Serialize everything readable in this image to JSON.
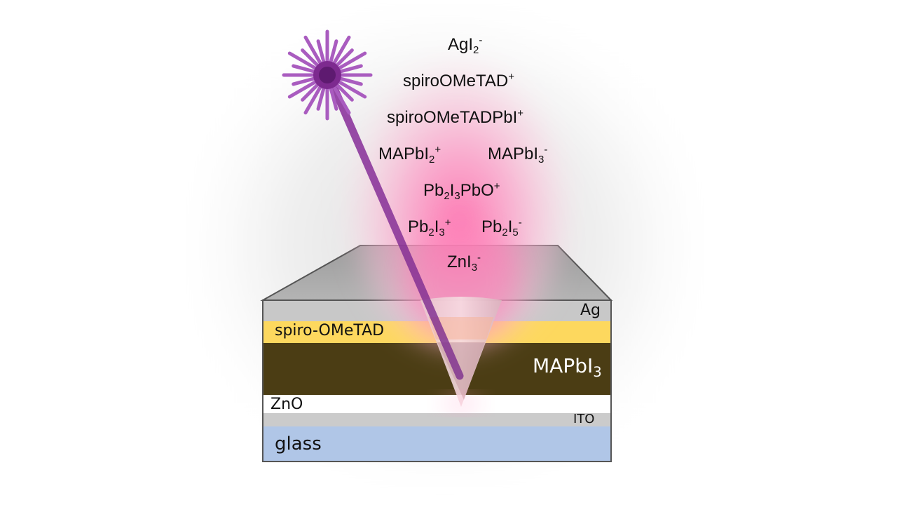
{
  "ions": [
    {
      "base": "AgI",
      "sub": "2",
      "mid": "",
      "sub2": "",
      "sup": "-"
    },
    {
      "base": "spiroOMeTAD",
      "sub": "",
      "mid": "",
      "sub2": "",
      "sup": "+"
    },
    {
      "base": "spiroOMeTADPbI",
      "sub": "",
      "mid": "",
      "sub2": "",
      "sup": "+"
    },
    {
      "base": "MAPbI",
      "sub": "2",
      "mid": "",
      "sub2": "",
      "sup": "+"
    },
    {
      "base": "MAPbI",
      "sub": "3",
      "mid": "",
      "sub2": "",
      "sup": "-"
    },
    {
      "base": "Pb",
      "sub": "2",
      "mid": "I",
      "sub2": "3",
      "tail": "PbO",
      "sup": "+"
    },
    {
      "base": "Pb",
      "sub": "2",
      "mid": "I",
      "sub2": "3",
      "sup": "+"
    },
    {
      "base": "Pb",
      "sub": "2",
      "mid": "I",
      "sub2": "5",
      "sup": "-"
    },
    {
      "base": "ZnI",
      "sub": "3",
      "mid": "",
      "sub2": "",
      "sup": "-"
    }
  ],
  "layers": {
    "ag": {
      "label": "Ag",
      "color": "#c8c8c8"
    },
    "spiro": {
      "label": "spiro-OMeTAD",
      "color": "#fdd85e"
    },
    "mapbi": {
      "label": "MAPbI",
      "sub": "3",
      "color": "#4b3d14"
    },
    "zno": {
      "label": "ZnO",
      "color": "#ffffff"
    },
    "ito": {
      "label": "ITO",
      "color": "#cbcbcb"
    },
    "glass": {
      "label": "glass",
      "color": "#b0c6e7"
    }
  },
  "colors": {
    "laser": "#7d2a8f",
    "plume": "#ff8fc0",
    "top_surface": "#a2a2a2",
    "outline": "#555555"
  }
}
